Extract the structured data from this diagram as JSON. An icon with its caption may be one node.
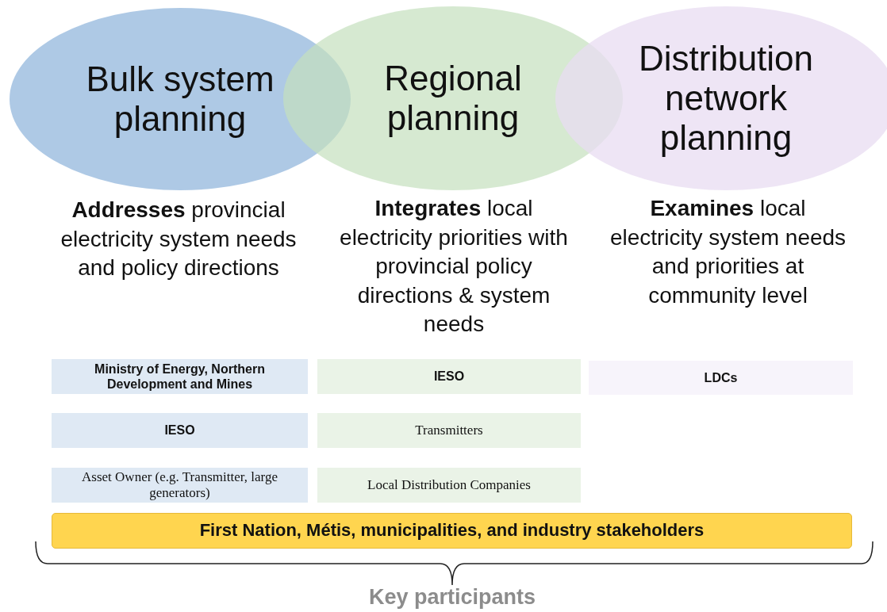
{
  "diagram": {
    "nodes": [
      {
        "text": [
          "Bulk system planning"
        ]
      },
      {
        "text": [
          "Regional planning"
        ]
      },
      {
        "text": [
          "Distribution network planning"
        ]
      },
      {
        "text": [
          "Ministry of Energy, Northern Development and Mines"
        ]
      },
      {
        "text": [
          "IESO"
        ]
      },
      {
        "text": [
          "LDCs"
        ]
      },
      {
        "text": [
          "IESO"
        ]
      },
      {
        "text": [
          "Transmitters"
        ]
      },
      {
        "text": [
          "Asset Owner (e.g. Transmitter, large generators)"
        ]
      },
      {
        "text": [
          "Local Distribution Companies"
        ]
      },
      {
        "text": [
          "First Nation, Métis, municipalities, and industry stakeholders"
        ]
      }
    ],
    "edges": [],
    "labels": [
      "**Addresses** provincial electricity system needs and policy directions",
      "**Integrates** local electricity priorities with provincial policy directions & system needs",
      "**Examines** local electricity system needs and priorities at community level",
      "Key participants"
    ]
  }
}
